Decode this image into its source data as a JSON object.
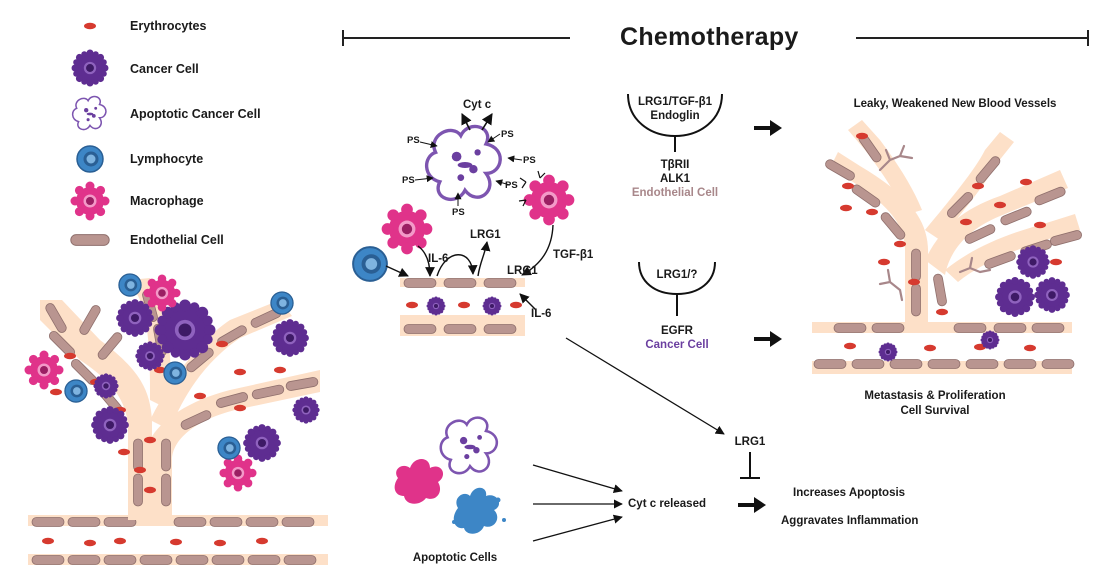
{
  "title": "Chemotherapy",
  "legend": [
    {
      "label": "Erythrocytes",
      "icon": "erythrocyte-icon"
    },
    {
      "label": "Cancer Cell",
      "icon": "cancer-cell-icon"
    },
    {
      "label": "Apoptotic Cancer Cell",
      "icon": "apoptotic-cancer-cell-icon"
    },
    {
      "label": "Lymphocyte",
      "icon": "lymphocyte-icon"
    },
    {
      "label": "Macrophage",
      "icon": "macrophage-icon"
    },
    {
      "label": "Endothelial Cell",
      "icon": "endothelial-cell-icon"
    }
  ],
  "mechanism": {
    "cytc": "Cyt c",
    "ps": "PS",
    "il6_top": "IL-6",
    "lrg1_top": "LRG1",
    "lrg1_right": "LRG1",
    "tgfb1": "TGF-β1",
    "il6_bottom": "IL-6"
  },
  "receptor1": {
    "ligands_line1": "LRG1/TGF-β1",
    "ligands_line2": "Endoglin",
    "receptors_line1": "TβRII",
    "receptors_line2": "ALK1",
    "cell": "Endothelial Cell"
  },
  "receptor2": {
    "ligand": "LRG1/?",
    "receptor": "EGFR",
    "cell": "Cancer Cell"
  },
  "outcomes": {
    "vessels": "Leaky, Weakened New Blood Vessels",
    "metastasis_line1": "Metastasis & Proliferation",
    "metastasis_line2": "Cell Survival"
  },
  "apoptosis": {
    "cells_label": "Apoptotic Cells",
    "cytc_released": "Cyt c released",
    "lrg1": "LRG1",
    "increases": "Increases Apoptosis",
    "aggravates": "Aggravates Inflammation"
  },
  "colors": {
    "erythrocyte": "#d63a2f",
    "cancer": "#5e2d91",
    "lymphocyte": "#3d86c6",
    "macrophage": "#e0338a",
    "endothelial": "#b99590",
    "vessel_wall": "#fde0c8",
    "text_purple": "#6b3fa0",
    "text_mauve": "#a8878a"
  }
}
